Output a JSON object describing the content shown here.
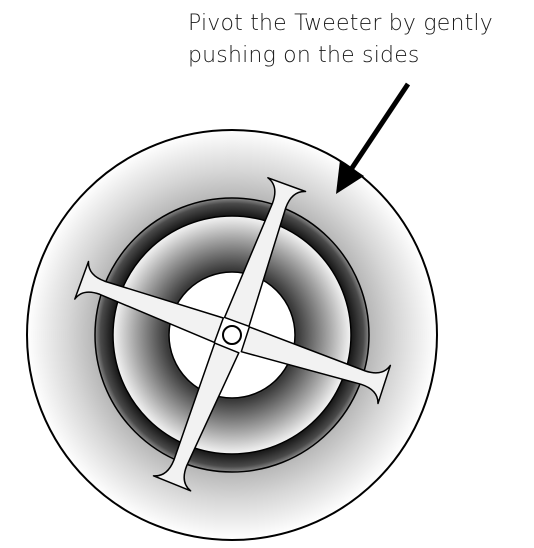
{
  "callout": {
    "line1": "Pivot the Tweeter by gently",
    "line2": "pushing on the sides"
  },
  "colors": {
    "stroke": "#000000",
    "background": "#ffffff",
    "ring_dark": "#1f1f1f",
    "spoke_fill": "#f2f2f2"
  },
  "diagram": {
    "subject": "tweeter",
    "spoke_count": 4,
    "has_arrow": true
  }
}
